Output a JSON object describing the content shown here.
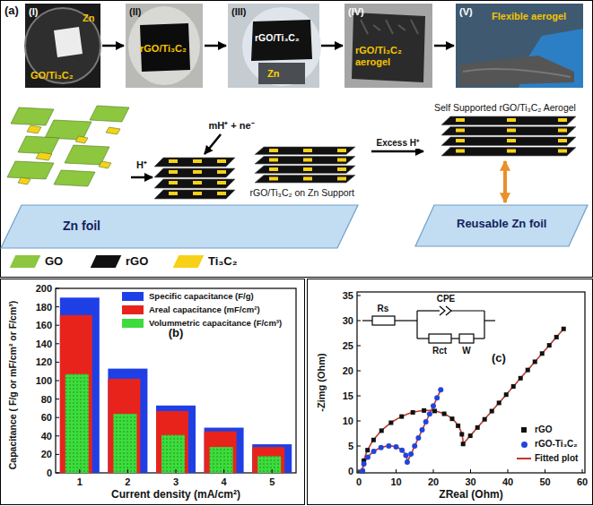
{
  "diagram": {
    "nodes": [
      {
        "text": [
          "(I)",
          "Zn",
          "GO/Ti₃C₂"
        ]
      },
      {
        "text": [
          "(II)",
          "rGO/Ti₃C₂"
        ]
      },
      {
        "text": [
          "(III)",
          "rGO/Ti₃C₂",
          "Zn"
        ]
      },
      {
        "text": [
          "(IV)",
          "rGO/Ti₃C₂ aerogel"
        ]
      },
      {
        "text": [
          "(V)",
          "Flexible aerogel"
        ]
      },
      {
        "text": [
          "Zn foil"
        ]
      },
      {
        "text": [
          "rGO/Ti₃C₂ on Zn Support"
        ]
      },
      {
        "text": [
          "Self Supported rGO/Ti₃C₂ Aerogel"
        ]
      },
      {
        "text": [
          "Reusable Zn foil"
        ]
      }
    ],
    "edges": [
      {
        "from": 0,
        "to": 1,
        "arrow": "to"
      },
      {
        "from": 1,
        "to": 2,
        "arrow": "to"
      },
      {
        "from": 2,
        "to": 3,
        "arrow": "to"
      },
      {
        "from": 3,
        "to": 4,
        "arrow": "to"
      },
      {
        "from": 6,
        "to": 7,
        "label": "Excess H⁺",
        "arrow": "to"
      },
      {
        "from": 7,
        "to": 8,
        "arrow": "both"
      }
    ],
    "labels": [
      "(a)",
      "H⁺",
      "mH⁺ + ne⁻",
      "(b)",
      "Capacitance ( F/g or mF/cm² or F/cm³)",
      "0",
      "20",
      "40",
      "60",
      "80",
      "100",
      "120",
      "140",
      "160",
      "180",
      "200",
      "1",
      "2",
      "3",
      "4",
      "5",
      "Current density (mA/cm²)",
      "(c)",
      "-Zimg (Ohm)",
      "0",
      "5",
      "10",
      "15",
      "20",
      "25",
      "30",
      "35",
      "ZReal (Ohm)",
      "0",
      "10",
      "20",
      "30",
      "40",
      "50",
      "60",
      "Rs",
      "CPE",
      "Rct",
      "W"
    ],
    "legend": [
      {
        "text": "GO",
        "color": "#8dc63f"
      },
      {
        "text": "rGO",
        "color": "#111111"
      },
      {
        "text": "Ti₃C₂",
        "color": "#f7d117"
      },
      {
        "text": "Specific capacitance (F/g)",
        "color": "#1f3fe6"
      },
      {
        "text": "Areal capacitance (mF/cm²)",
        "color": "#e8231c"
      },
      {
        "text": "Volummetric capacitance (F/cm³)",
        "color": "#3ddc3d"
      },
      {
        "text": "rGO"
      },
      {
        "text": "rGO-Ti₃C₂"
      },
      {
        "text": "Fitted plot"
      }
    ]
  }
}
